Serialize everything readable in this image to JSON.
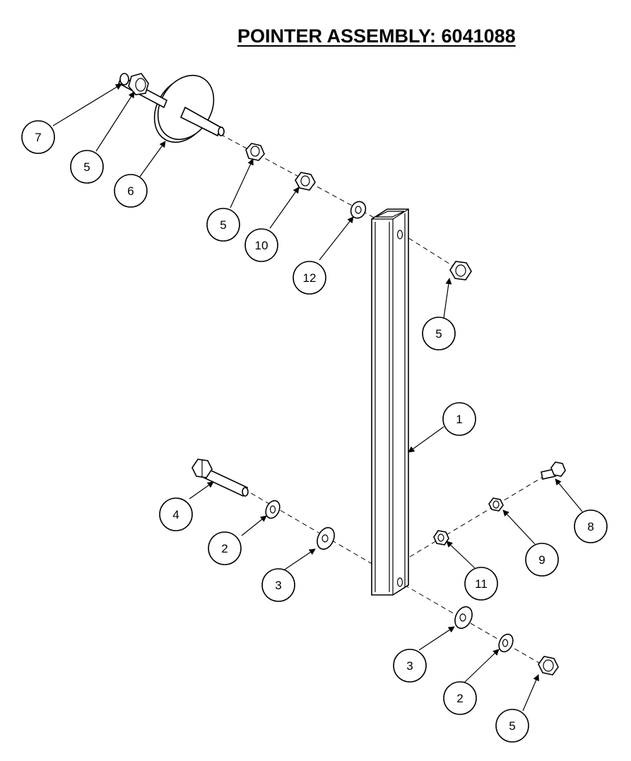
{
  "title": "POINTER  ASSEMBLY: 6041088",
  "callouts": [
    {
      "id": "c1",
      "label": "7"
    },
    {
      "id": "c2",
      "label": "5"
    },
    {
      "id": "c3",
      "label": "6"
    },
    {
      "id": "c4",
      "label": "5"
    },
    {
      "id": "c5",
      "label": "10"
    },
    {
      "id": "c6",
      "label": "12"
    },
    {
      "id": "c7",
      "label": "5"
    },
    {
      "id": "c8",
      "label": "1"
    },
    {
      "id": "c9",
      "label": "4"
    },
    {
      "id": "c10",
      "label": "2"
    },
    {
      "id": "c11",
      "label": "3"
    },
    {
      "id": "c12",
      "label": "8"
    },
    {
      "id": "c13",
      "label": "9"
    },
    {
      "id": "c14",
      "label": "11"
    },
    {
      "id": "c15",
      "label": "3"
    },
    {
      "id": "c16",
      "label": "2"
    },
    {
      "id": "c17",
      "label": "5"
    }
  ]
}
